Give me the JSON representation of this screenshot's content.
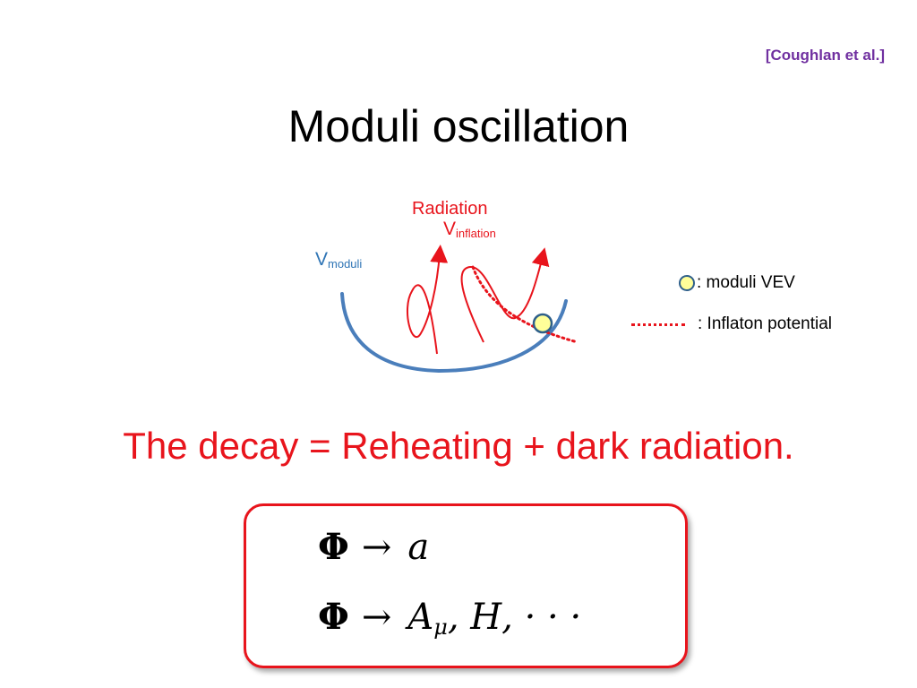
{
  "citation": "[Coughlan et al.]",
  "title": "Moduli oscillation",
  "diagram": {
    "radiation_label": "Radiation",
    "v_inflation": {
      "base": "V",
      "sub": "inflation"
    },
    "v_moduli": {
      "base": "V",
      "sub": "moduli"
    },
    "colors": {
      "radiation": "#e8141c",
      "moduli_curve": "#4a7ebb",
      "vev_fill": "#ffff99",
      "vev_stroke": "#2e5f8a"
    }
  },
  "legend": {
    "vev_text": ": moduli VEV",
    "inflaton_text": ": Inflaton potential"
  },
  "statement": "The decay = Reheating + dark radiation.",
  "equations": {
    "line1": {
      "lhs": "Φ",
      "arrow": "→",
      "rhs": "a"
    },
    "line2": {
      "lhs": "Φ",
      "arrow": "→",
      "rhs_main": "A",
      "rhs_sub": "μ",
      "rhs_rest": ",  H, · · ·"
    }
  }
}
